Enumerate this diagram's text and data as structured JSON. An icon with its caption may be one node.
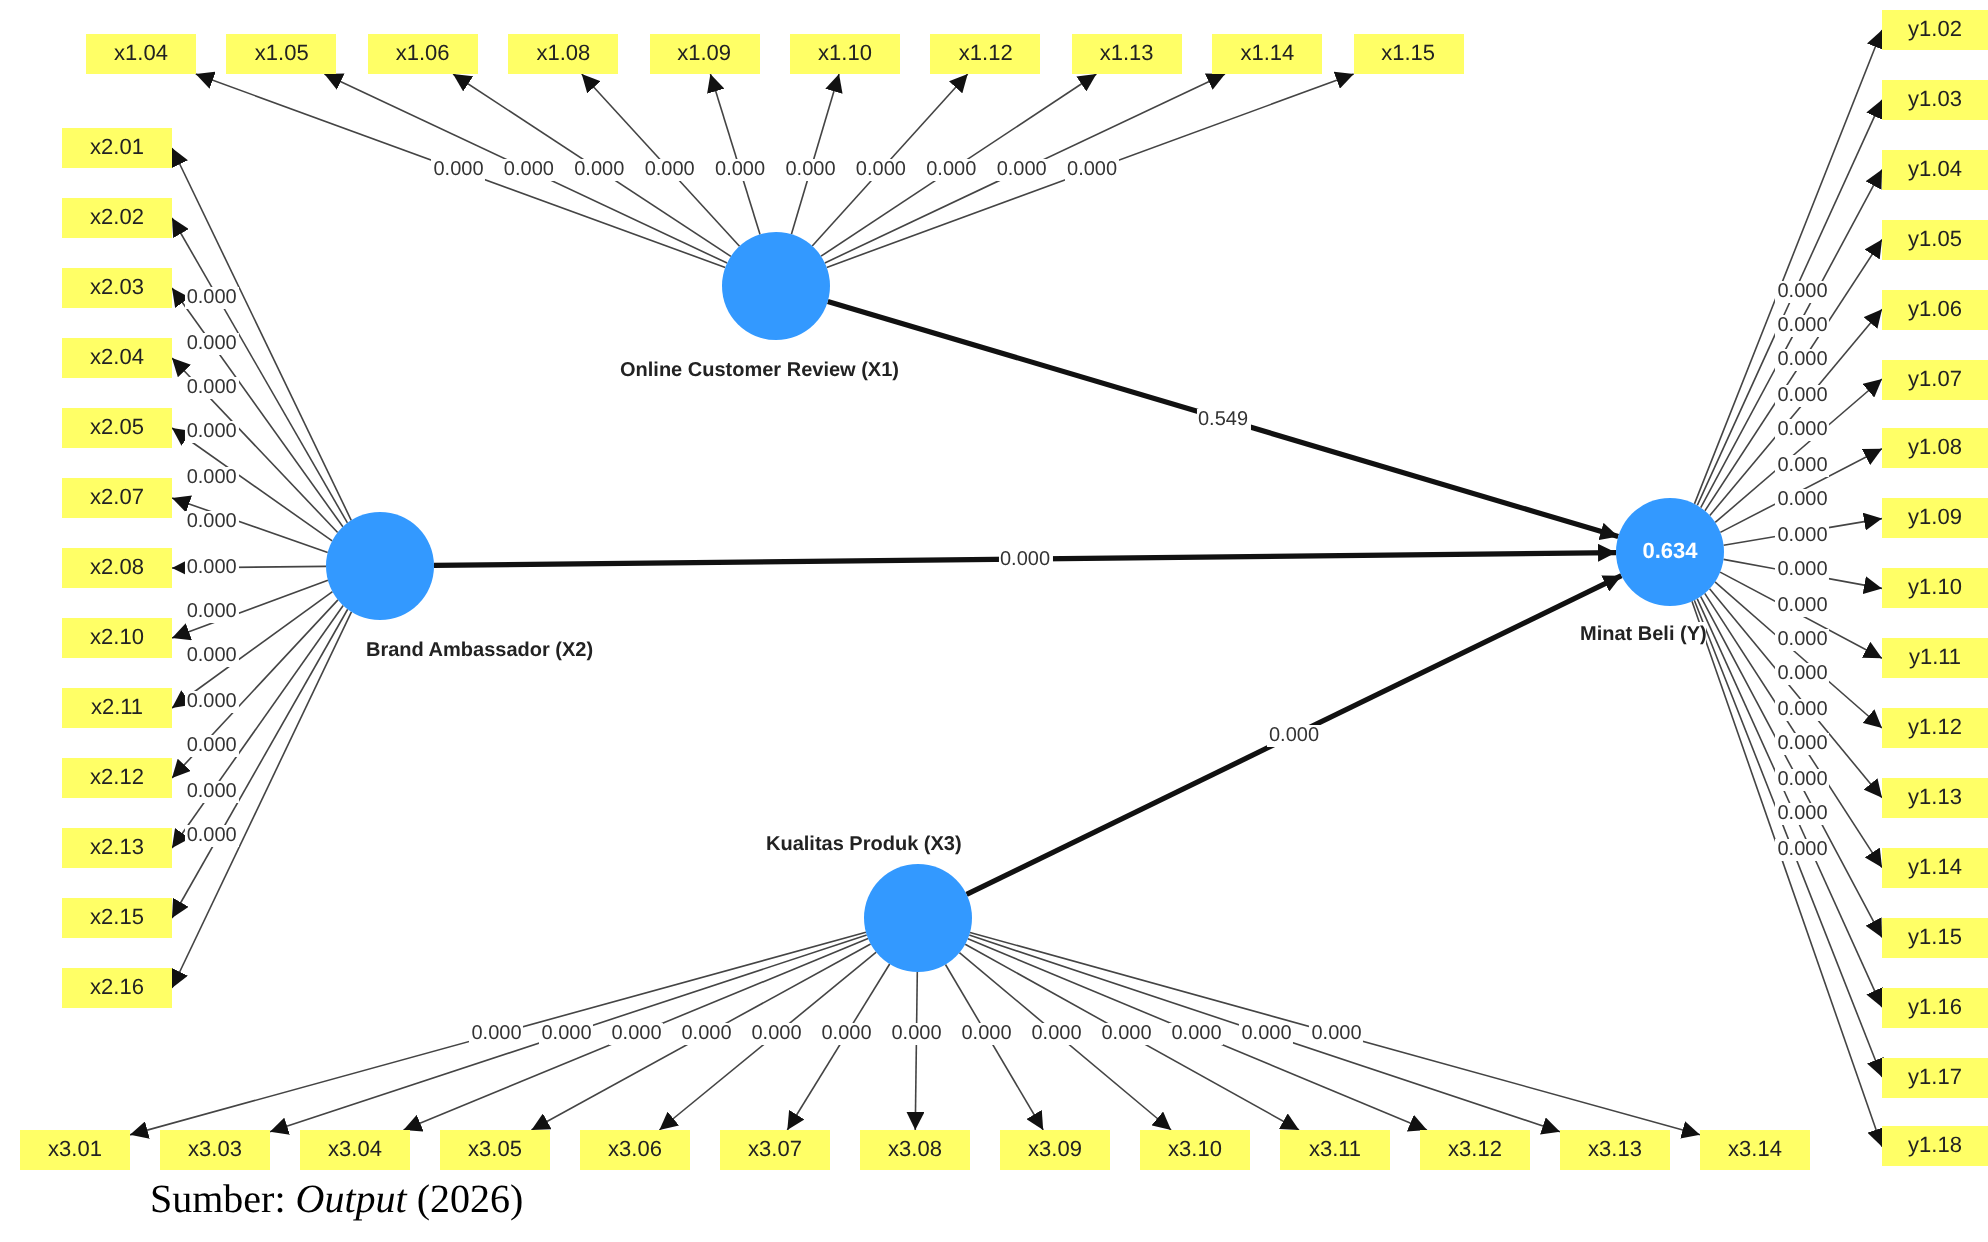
{
  "diagram": {
    "caption": "Sumber: *Output* (2026)",
    "nodes": [
      {
        "text": [
          "Online Customer Review (X1)"
        ]
      },
      {
        "text": [
          "Brand Ambassador (X2)"
        ]
      },
      {
        "text": [
          "Kualitas Produk (X3)"
        ]
      },
      {
        "text": [
          "0.634",
          "Minat Beli (Y)"
        ]
      },
      {
        "text": [
          "x1.04"
        ]
      },
      {
        "text": [
          "x1.05"
        ]
      },
      {
        "text": [
          "x1.06"
        ]
      },
      {
        "text": [
          "x1.08"
        ]
      },
      {
        "text": [
          "x1.09"
        ]
      },
      {
        "text": [
          "x1.10"
        ]
      },
      {
        "text": [
          "x1.12"
        ]
      },
      {
        "text": [
          "x1.13"
        ]
      },
      {
        "text": [
          "x1.14"
        ]
      },
      {
        "text": [
          "x1.15"
        ]
      },
      {
        "text": [
          "x2.01"
        ]
      },
      {
        "text": [
          "x2.02"
        ]
      },
      {
        "text": [
          "x2.03"
        ]
      },
      {
        "text": [
          "x2.04"
        ]
      },
      {
        "text": [
          "x2.05"
        ]
      },
      {
        "text": [
          "x2.07"
        ]
      },
      {
        "text": [
          "x2.08"
        ]
      },
      {
        "text": [
          "x2.10"
        ]
      },
      {
        "text": [
          "x2.11"
        ]
      },
      {
        "text": [
          "x2.12"
        ]
      },
      {
        "text": [
          "x2.13"
        ]
      },
      {
        "text": [
          "x2.15"
        ]
      },
      {
        "text": [
          "x2.16"
        ]
      },
      {
        "text": [
          "x3.01"
        ]
      },
      {
        "text": [
          "x3.03"
        ]
      },
      {
        "text": [
          "x3.04"
        ]
      },
      {
        "text": [
          "x3.05"
        ]
      },
      {
        "text": [
          "x3.06"
        ]
      },
      {
        "text": [
          "x3.07"
        ]
      },
      {
        "text": [
          "x3.08"
        ]
      },
      {
        "text": [
          "x3.09"
        ]
      },
      {
        "text": [
          "x3.10"
        ]
      },
      {
        "text": [
          "x3.11"
        ]
      },
      {
        "text": [
          "x3.12"
        ]
      },
      {
        "text": [
          "x3.13"
        ]
      },
      {
        "text": [
          "x3.14"
        ]
      },
      {
        "text": [
          "y1.02"
        ]
      },
      {
        "text": [
          "y1.03"
        ]
      },
      {
        "text": [
          "y1.04"
        ]
      },
      {
        "text": [
          "y1.05"
        ]
      },
      {
        "text": [
          "y1.06"
        ]
      },
      {
        "text": [
          "y1.07"
        ]
      },
      {
        "text": [
          "y1.08"
        ]
      },
      {
        "text": [
          "y1.09"
        ]
      },
      {
        "text": [
          "y1.10"
        ]
      },
      {
        "text": [
          "y1.11"
        ]
      },
      {
        "text": [
          "y1.12"
        ]
      },
      {
        "text": [
          "y1.13"
        ]
      },
      {
        "text": [
          "y1.14"
        ]
      },
      {
        "text": [
          "y1.15"
        ]
      },
      {
        "text": [
          "y1.16"
        ]
      },
      {
        "text": [
          "y1.17"
        ]
      },
      {
        "text": [
          "y1.18"
        ]
      }
    ],
    "edges": [
      {
        "from": 0,
        "to": 3,
        "arrow": "to",
        "label": "0.549",
        "style": "thick"
      },
      {
        "from": 1,
        "to": 3,
        "arrow": "to",
        "label": "0.000",
        "style": "thick"
      },
      {
        "from": 2,
        "to": 3,
        "arrow": "to",
        "label": "0.000",
        "style": "thick"
      },
      {
        "from": 0,
        "to": 4,
        "arrow": "to",
        "label": "0.000"
      },
      {
        "from": 0,
        "to": 5,
        "arrow": "to",
        "label": "0.000"
      },
      {
        "from": 0,
        "to": 6,
        "arrow": "to",
        "label": "0.000"
      },
      {
        "from": 0,
        "to": 7,
        "arrow": "to",
        "label": "0.000"
      },
      {
        "from": 0,
        "to": 8,
        "arrow": "to",
        "label": "0.000"
      },
      {
        "from": 0,
        "to": 9,
        "arrow": "to",
        "label": "0.000"
      },
      {
        "from": 0,
        "to": 10,
        "arrow": "to",
        "label": "0.000"
      },
      {
        "from": 0,
        "to": 11,
        "arrow": "to",
        "label": "0.000"
      },
      {
        "from": 0,
        "to": 12,
        "arrow": "to",
        "label": "0.000"
      },
      {
        "from": 0,
        "to": 13,
        "arrow": "to",
        "label": "0.000"
      },
      {
        "from": 1,
        "to": 14,
        "arrow": "to",
        "label": "0.000"
      },
      {
        "from": 1,
        "to": 15,
        "arrow": "to",
        "label": "0.000"
      },
      {
        "from": 1,
        "to": 16,
        "arrow": "to",
        "label": "0.000"
      },
      {
        "from": 1,
        "to": 17,
        "arrow": "to",
        "label": "0.000"
      },
      {
        "from": 1,
        "to": 18,
        "arrow": "to",
        "label": "0.000"
      },
      {
        "from": 1,
        "to": 19,
        "arrow": "to",
        "label": "0.000"
      },
      {
        "from": 1,
        "to": 20,
        "arrow": "to",
        "label": "0.000"
      },
      {
        "from": 1,
        "to": 21,
        "arrow": "to",
        "label": "0.000"
      },
      {
        "from": 1,
        "to": 22,
        "arrow": "to",
        "label": "0.000"
      },
      {
        "from": 1,
        "to": 23,
        "arrow": "to",
        "label": "0.000"
      },
      {
        "from": 1,
        "to": 24,
        "arrow": "to",
        "label": "0.000"
      },
      {
        "from": 1,
        "to": 25,
        "arrow": "to",
        "label": "0.000"
      },
      {
        "from": 1,
        "to": 26,
        "arrow": "to",
        "label": "0.000"
      },
      {
        "from": 2,
        "to": 27,
        "arrow": "to",
        "label": "0.000"
      },
      {
        "from": 2,
        "to": 28,
        "arrow": "to",
        "label": "0.000"
      },
      {
        "from": 2,
        "to": 29,
        "arrow": "to",
        "label": "0.000"
      },
      {
        "from": 2,
        "to": 30,
        "arrow": "to",
        "label": "0.000"
      },
      {
        "from": 2,
        "to": 31,
        "arrow": "to",
        "label": "0.000"
      },
      {
        "from": 2,
        "to": 32,
        "arrow": "to",
        "label": "0.000"
      },
      {
        "from": 2,
        "to": 33,
        "arrow": "to",
        "label": "0.000"
      },
      {
        "from": 2,
        "to": 34,
        "arrow": "to",
        "label": "0.000"
      },
      {
        "from": 2,
        "to": 35,
        "arrow": "to",
        "label": "0.000"
      },
      {
        "from": 2,
        "to": 36,
        "arrow": "to",
        "label": "0.000"
      },
      {
        "from": 2,
        "to": 37,
        "arrow": "to",
        "label": "0.000"
      },
      {
        "from": 2,
        "to": 38,
        "arrow": "to",
        "label": "0.000"
      },
      {
        "from": 2,
        "to": 39,
        "arrow": "to",
        "label": "0.000"
      },
      {
        "from": 3,
        "to": 40,
        "arrow": "to",
        "label": "0.000"
      },
      {
        "from": 3,
        "to": 41,
        "arrow": "to",
        "label": "0.000"
      },
      {
        "from": 3,
        "to": 42,
        "arrow": "to",
        "label": "0.000"
      },
      {
        "from": 3,
        "to": 43,
        "arrow": "to",
        "label": "0.000"
      },
      {
        "from": 3,
        "to": 44,
        "arrow": "to",
        "label": "0.000"
      },
      {
        "from": 3,
        "to": 45,
        "arrow": "to",
        "label": "0.000"
      },
      {
        "from": 3,
        "to": 46,
        "arrow": "to",
        "label": "0.000"
      },
      {
        "from": 3,
        "to": 47,
        "arrow": "to",
        "label": "0.000"
      },
      {
        "from": 3,
        "to": 48,
        "arrow": "to",
        "label": "0.000"
      },
      {
        "from": 3,
        "to": 49,
        "arrow": "to",
        "label": "0.000"
      },
      {
        "from": 3,
        "to": 50,
        "arrow": "to",
        "label": "0.000"
      },
      {
        "from": 3,
        "to": 51,
        "arrow": "to",
        "label": "0.000"
      },
      {
        "from": 3,
        "to": 52,
        "arrow": "to",
        "label": "0.000"
      },
      {
        "from": 3,
        "to": 53,
        "arrow": "to",
        "label": "0.000"
      },
      {
        "from": 3,
        "to": 54,
        "arrow": "to",
        "label": "0.000"
      },
      {
        "from": 3,
        "to": 55,
        "arrow": "to",
        "label": "0.000"
      },
      {
        "from": 3,
        "to": 56,
        "arrow": "to",
        "label": "0.000"
      }
    ]
  }
}
